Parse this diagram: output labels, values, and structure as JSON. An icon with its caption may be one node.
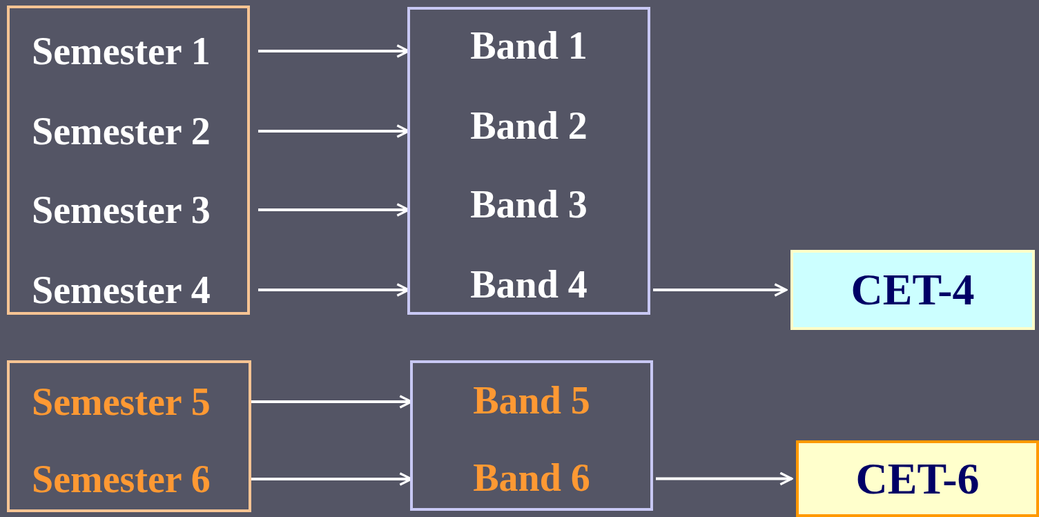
{
  "diagram": {
    "nodes": [
      {
        "text": [],
        "shape": "box"
      },
      {
        "text": [
          "Semester 1"
        ],
        "in": 0
      },
      {
        "text": [
          "Semester 2"
        ],
        "in": 0
      },
      {
        "text": [
          "Semester 3"
        ],
        "in": 0
      },
      {
        "text": [
          "Semester 4"
        ],
        "in": 0
      },
      {
        "text": [],
        "shape": "box"
      },
      {
        "text": [
          "Band 1"
        ],
        "in": 5
      },
      {
        "text": [
          "Band 2"
        ],
        "in": 5
      },
      {
        "text": [
          "Band 3"
        ],
        "in": 5
      },
      {
        "text": [
          "Band 4"
        ],
        "in": 5
      },
      {
        "text": [
          "CET-4"
        ]
      },
      {
        "text": [],
        "shape": "box"
      },
      {
        "text": [
          "Semester 5"
        ],
        "in": 11
      },
      {
        "text": [
          "Semester 6"
        ],
        "in": 11
      },
      {
        "text": [],
        "shape": "box"
      },
      {
        "text": [
          "Band 5"
        ],
        "in": 14
      },
      {
        "text": [
          "Band 6"
        ],
        "in": 14
      },
      {
        "text": [
          "CET-6"
        ]
      }
    ],
    "edges": [
      {
        "from": 1,
        "to": 6,
        "arrow": "to"
      },
      {
        "from": 2,
        "to": 7,
        "arrow": "to"
      },
      {
        "from": 3,
        "to": 8,
        "arrow": "to"
      },
      {
        "from": 4,
        "to": 9,
        "arrow": "to"
      },
      {
        "from": 5,
        "to": 10,
        "arrow": "to"
      },
      {
        "from": 12,
        "to": 15,
        "arrow": "to"
      },
      {
        "from": 13,
        "to": 16,
        "arrow": "to"
      },
      {
        "from": 14,
        "to": 17,
        "arrow": "to"
      }
    ]
  }
}
